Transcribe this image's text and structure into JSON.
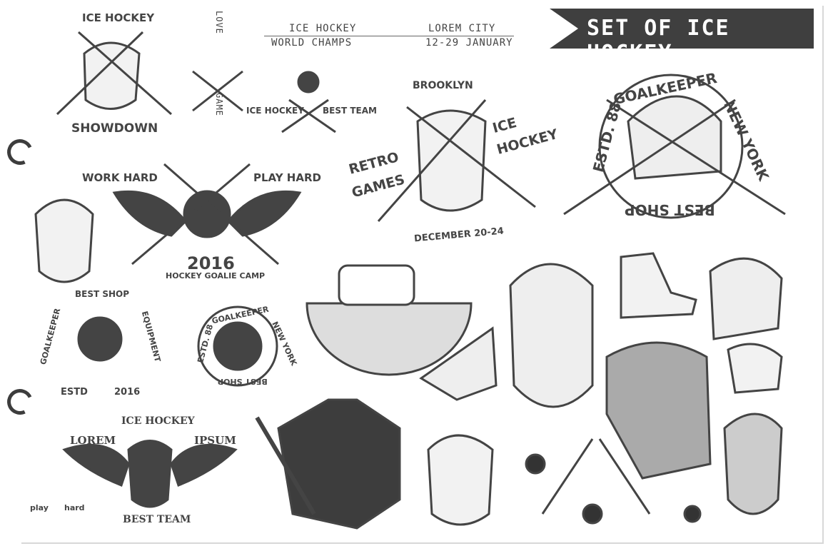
{
  "banner": {
    "title": "SET OF ICE HOCKEY"
  },
  "emblems": {
    "showdown": {
      "top": "ICE HOCKEY",
      "bottom": "SHOWDOWN"
    },
    "love_game": {
      "top": "LOVE",
      "bottom": "GAME"
    },
    "world_champs": {
      "line1": "ICE HOCKEY",
      "line2": "WORLD CHAMPS",
      "line3": "LOREM CITY",
      "line4": "12-29 JANUARY"
    },
    "best_team_small": {
      "left": "ICE HOCKEY",
      "right": "BEST TEAM"
    },
    "retro": {
      "top": "BROOKLYN",
      "left1": "RETRO",
      "left2": "GAMES",
      "right1": "ICE",
      "right2": "HOCKEY",
      "bottom": "DECEMBER 20-24"
    },
    "goalkeeper_large": {
      "top": "GOALKEEPER",
      "right": "NEW YORK",
      "left": "ESTD. 88",
      "bottom": "BEST SHOP"
    },
    "goalie_camp": {
      "left": "WORK HARD",
      "right": "PLAY HARD",
      "year": "2016",
      "bottom": "HOCKEY GOALIE CAMP"
    },
    "equipment": {
      "top": "BEST SHOP",
      "left": "GOALKEEPER",
      "right": "EQUIPMENT",
      "bottom_left": "ESTD",
      "bottom_right": "2016"
    },
    "goalkeeper_small": {
      "top": "GOALKEEPER",
      "right": "NEW YORK",
      "left": "ESTD. 88",
      "bottom": "BEST SHOP"
    },
    "lorem_ipsum": {
      "top": "ICE HOCKEY",
      "left": "LOREM",
      "right": "IPSUM",
      "bottom": "BEST TEAM"
    },
    "play_hard": {
      "left": "play",
      "right": "hard"
    }
  }
}
